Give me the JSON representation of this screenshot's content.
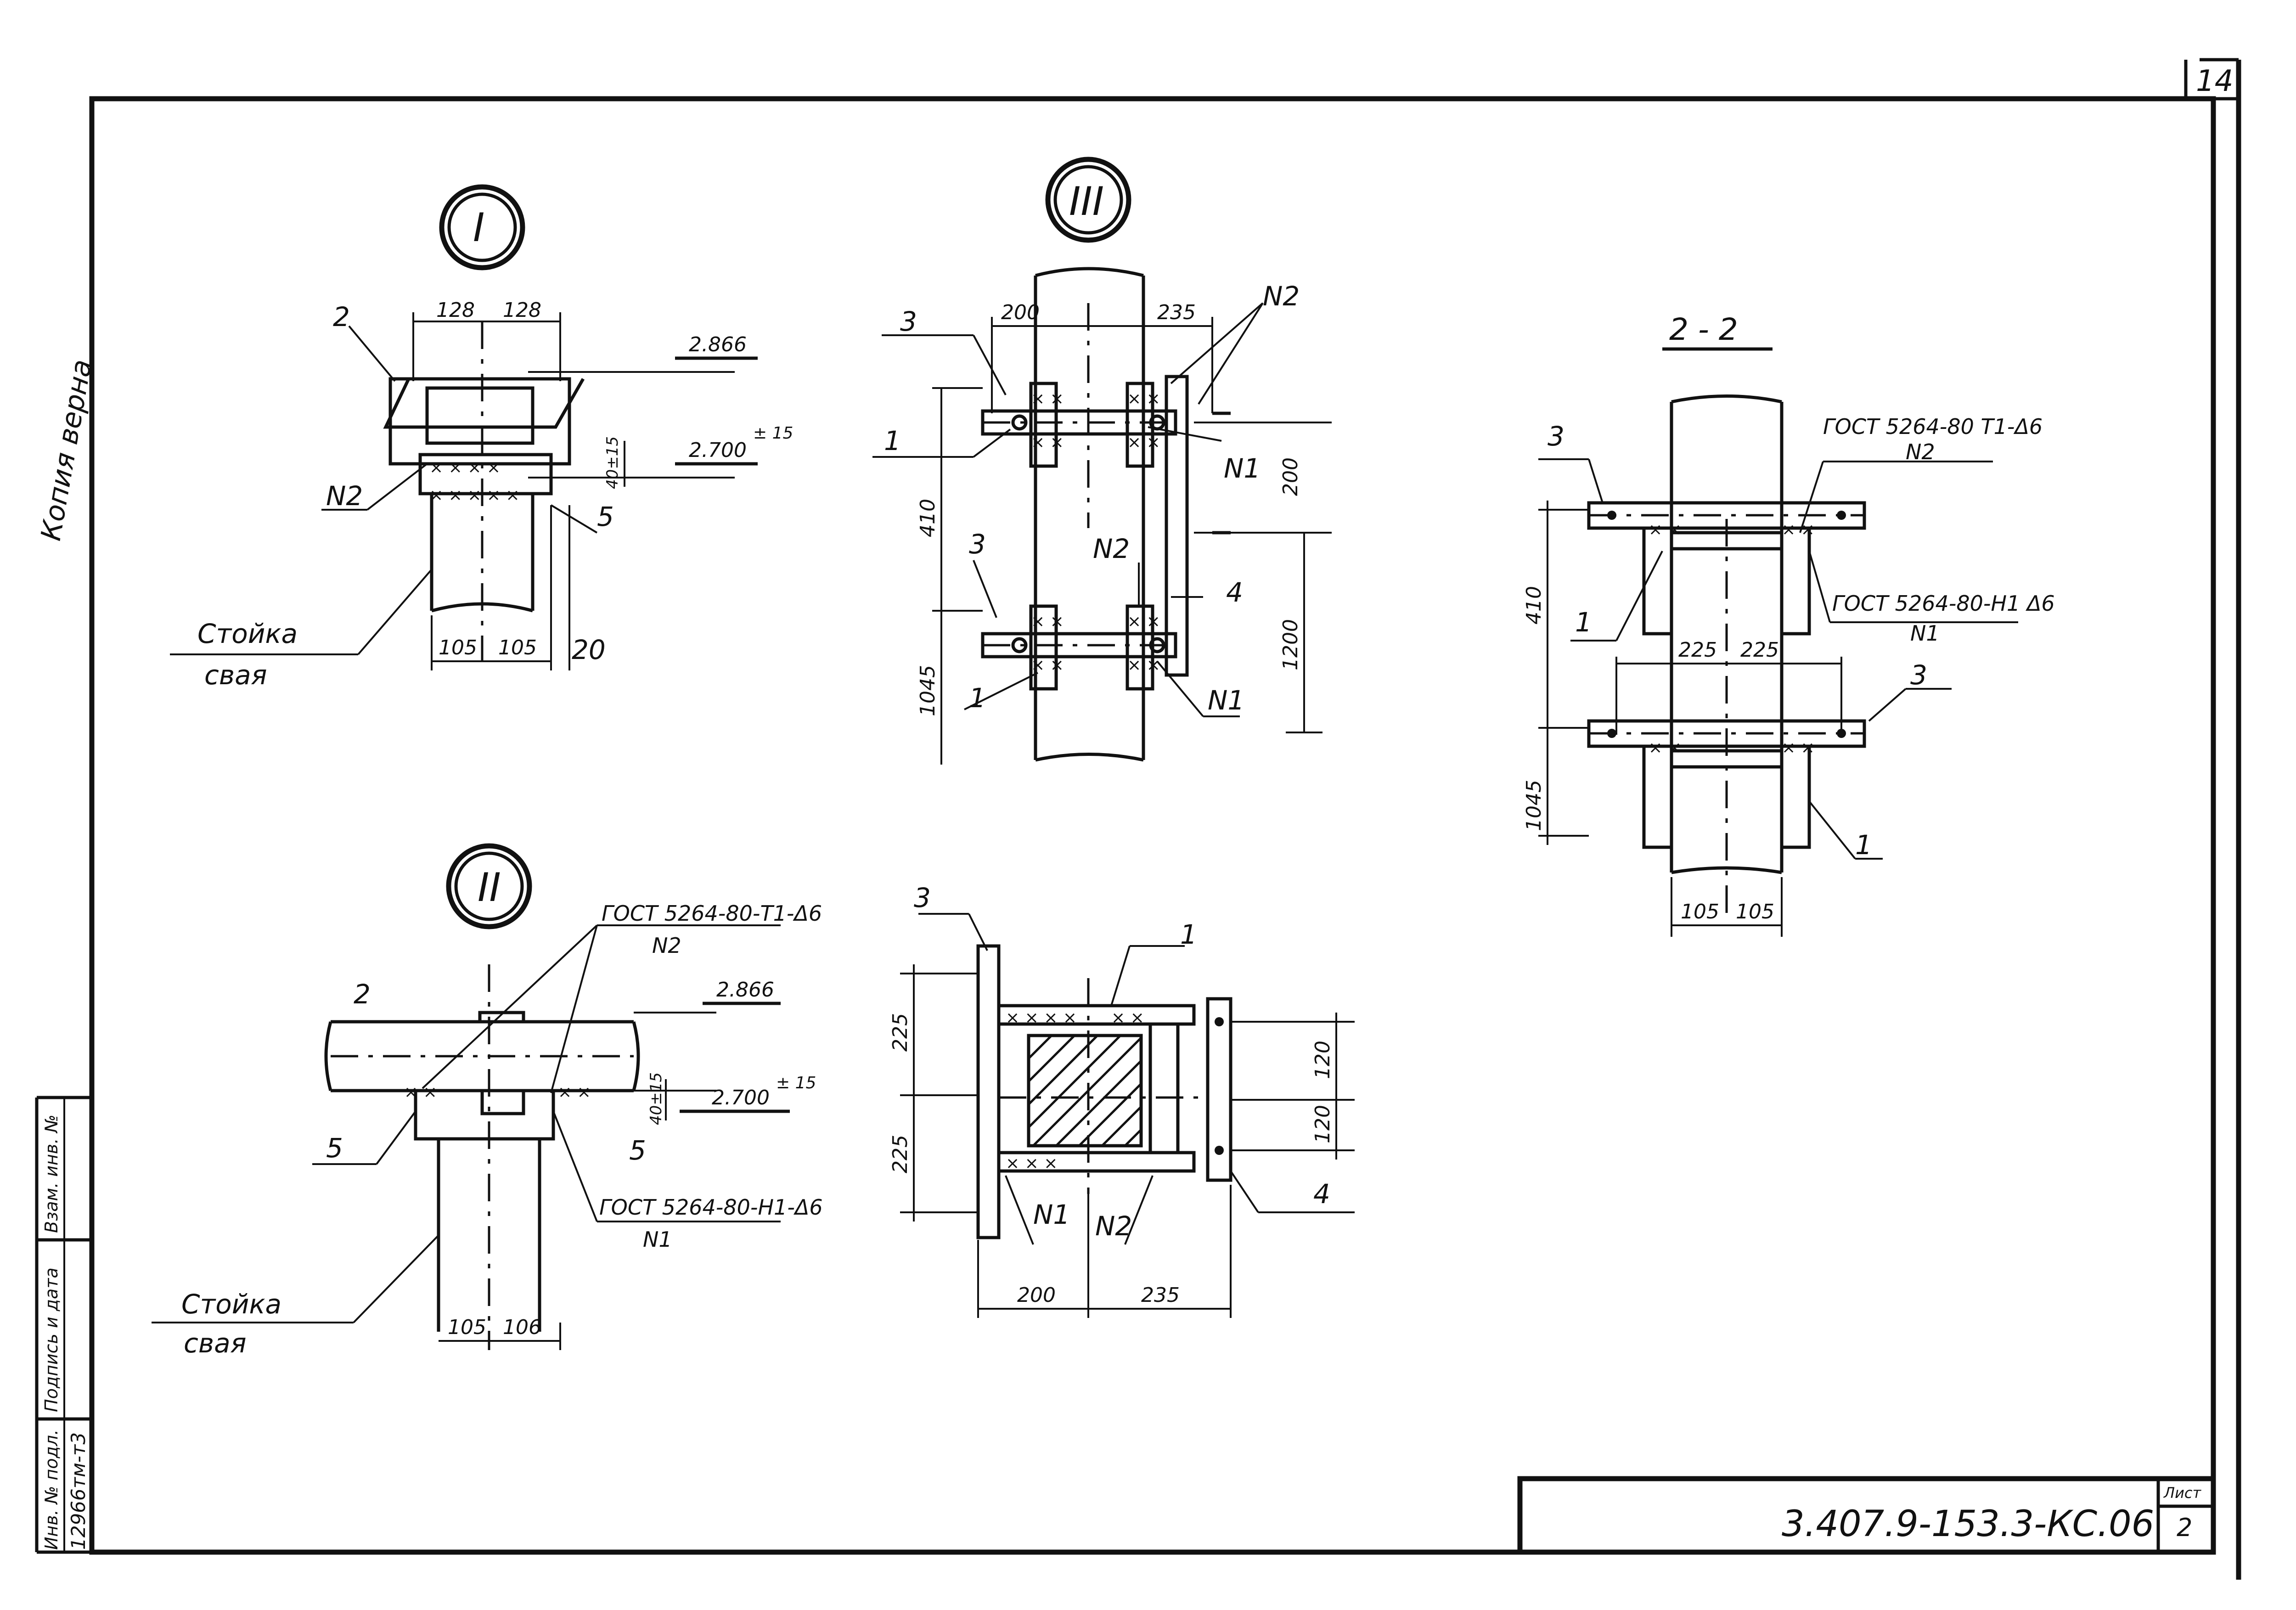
{
  "sheet": {
    "sheet_number_corner": "14",
    "code": "3.407.9-153.3-КС.06",
    "list_label": "Лист",
    "list_number": "2",
    "copy_note": "Копия верна",
    "side_columns": [
      "Инв. № подл.",
      "Подпись и дата",
      "Взам. инв. №"
    ],
    "inventory_number": "12966тм-т3"
  },
  "view1": {
    "circle_label": "I",
    "top_dims": [
      "128",
      "128"
    ],
    "bottom_dims": [
      "105",
      "105",
      "20"
    ],
    "elev_top": "2.866",
    "elev_bottom": "2.700",
    "elev_tol": "± 15",
    "gap_dim": "40±15",
    "labels": {
      "two": "2",
      "n2": "N2",
      "five": "5"
    },
    "support_label": "Стойка",
    "pile_label": "свая"
  },
  "view2": {
    "circle_label": "II",
    "label_two": "2",
    "gost_top": "ГОСТ 5264-80-Т1-Δ6",
    "gost_top_n": "N2",
    "elev_top": "2.866",
    "elev_bottom": "2.700",
    "elev_tol": "± 15",
    "gap_dim": "40±15",
    "label_five_left": "5",
    "label_five_right": "5",
    "gost_bottom": "ГОСТ 5264-80-Н1-Δ6",
    "gost_bottom_n": "N1",
    "support_label": "Стойка",
    "pile_label": "свая",
    "bottom_dims": [
      "105",
      "106"
    ]
  },
  "view3": {
    "circle_label": "III",
    "top_dims": [
      "200",
      "235"
    ],
    "labels": {
      "three_top": "3",
      "one_top": "1",
      "three_mid": "3",
      "one_bottom": "1",
      "four": "4",
      "n2_top": "N2",
      "n1_top": "N1",
      "n2_mid": "N2",
      "n1_bottom": "N1"
    },
    "left_dims": [
      "410",
      "1045"
    ],
    "right_dims": [
      "200",
      "1200"
    ]
  },
  "view4": {
    "labels": {
      "three": "3",
      "one": "1",
      "four": "4",
      "n1": "N1",
      "n2": "N2"
    },
    "left_dims": [
      "225",
      "225"
    ],
    "right_dims": [
      "120",
      "120"
    ],
    "bottom_dims": [
      "200",
      "235"
    ]
  },
  "section": {
    "title": "2 - 2",
    "gost_top": "ГОСТ 5264-80 Т1-Δ6",
    "gost_top_n": "N2",
    "gost_mid": "ГОСТ 5264-80-Н1 Δ6",
    "gost_mid_n": "N1",
    "labels": {
      "three_top": "3",
      "one_left": "1",
      "three_right": "3",
      "one_bottom": "1"
    },
    "mid_dims": [
      "225",
      "225"
    ],
    "left_dims": [
      "410",
      "1045"
    ],
    "bottom_dims": [
      "105",
      "105"
    ]
  }
}
